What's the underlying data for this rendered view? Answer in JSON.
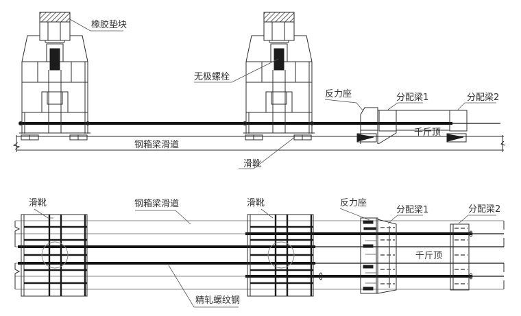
{
  "diagram": {
    "title": "钢箱梁滑移顶推装置示意图",
    "views": [
      {
        "id": "elevation",
        "labels": {
          "rubber_pad": "橡胶垫块",
          "stepless_bolt": "无极螺栓",
          "reaction_seat": "反力座",
          "distribution_beam_1": "分配梁1",
          "distribution_beam_2": "分配梁2",
          "jack": "千斤顶",
          "slide_track": "钢箱梁滑道",
          "slide_shoe": "滑靴"
        }
      },
      {
        "id": "plan",
        "labels": {
          "slide_shoe_left": "滑靴",
          "slide_track": "钢箱梁滑道",
          "slide_shoe_right": "滑靴",
          "reaction_seat": "反力座",
          "distribution_beam_1": "分配梁1",
          "distribution_beam_2": "分配梁2",
          "jack": "千斤顶",
          "threaded_steel_bar": "精轧螺纹钢"
        }
      }
    ]
  }
}
